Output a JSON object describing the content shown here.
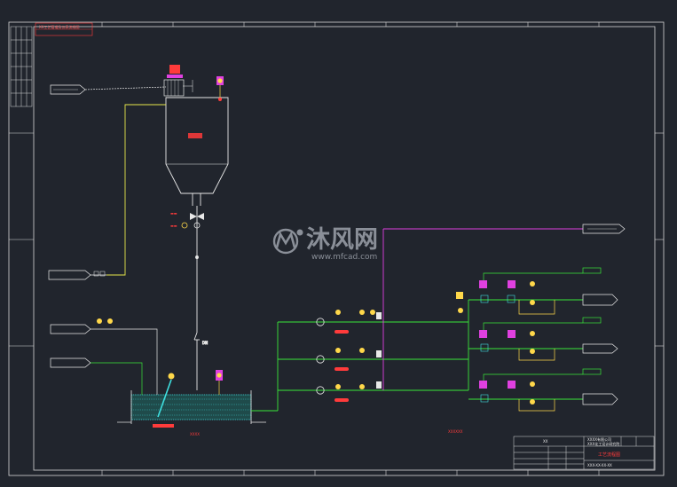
{
  "colors": {
    "background": "#21252d",
    "frame": "#d8d8d8",
    "pipe_green": "#39e639",
    "pipe_magenta": "#e040e0",
    "pipe_yellow": "#e8e84a",
    "pipe_white": "#e8e8e8",
    "equipment_red": "#ff3b3b",
    "valve_cyan": "#3fe0e0",
    "instrument_yellow": "#ffd84a",
    "watermark": "#8a8f98"
  },
  "title_block": {
    "top_cell": "XX",
    "project": "XXXX有限公司",
    "company": "XXX化工设计研究院",
    "drawing_title": "工艺流程图",
    "drawing_no": "XXX-XX-XX-XX"
  },
  "drawing_note": "XX工艺管道及仪表流程图",
  "tank_note": "XXXX",
  "pipe_note": "XXXXXX",
  "watermark": {
    "brand": "沐风网",
    "url": "www.mfcad.com"
  },
  "icons": {
    "logo": "mfcad-logo-icon",
    "hopper": "silo-hopper-icon",
    "pump": "pump-icon",
    "valve": "gate-valve-icon",
    "instrument": "instrument-bubble-icon"
  }
}
